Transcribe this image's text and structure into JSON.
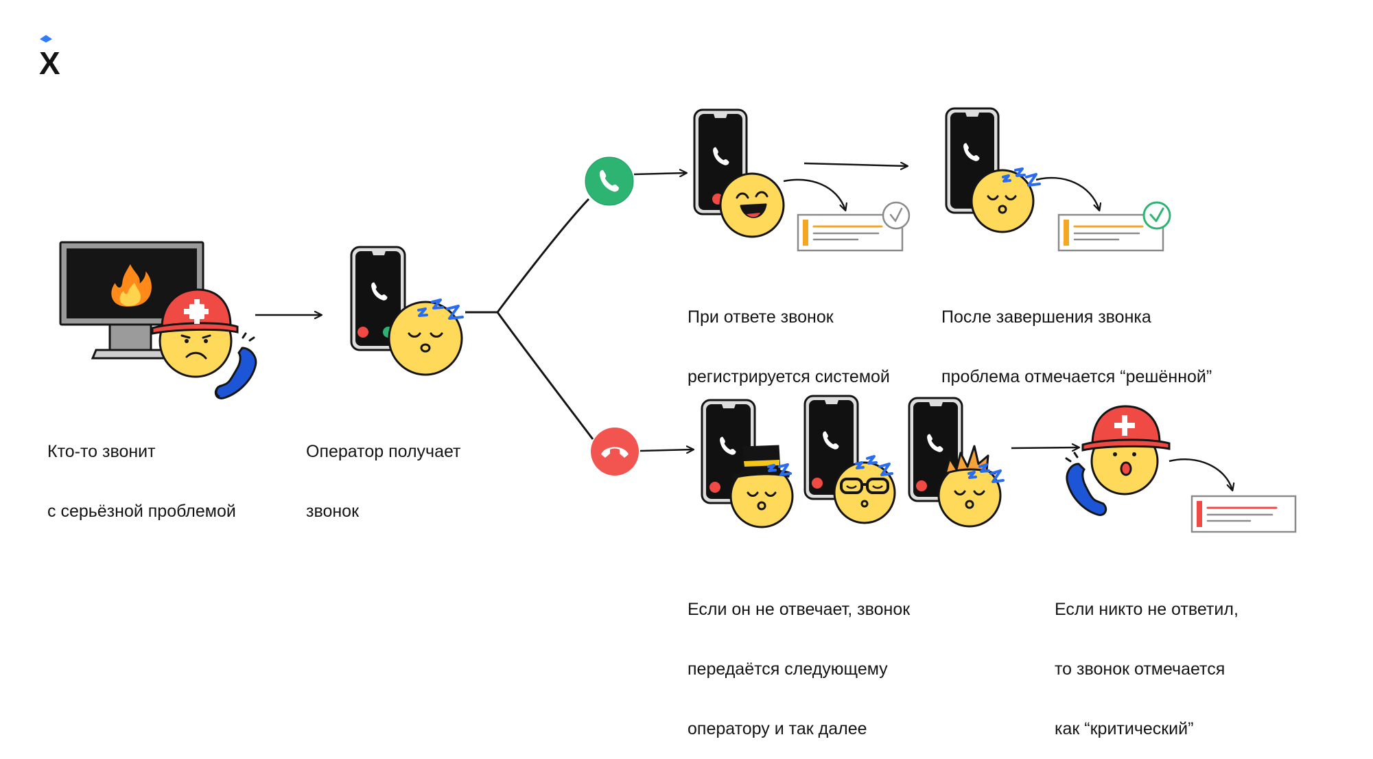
{
  "logo": {
    "letter": "X",
    "accent_color": "#2f7cf6"
  },
  "colors": {
    "face": "#ffd95a",
    "helmet": "#f04a45",
    "phone": "#111111",
    "handset_blue": "#1c56d6",
    "accept_green": "#2db473",
    "decline_red": "#f2554f",
    "ticket_orange": "#f5a623",
    "ticket_red": "#f04a45",
    "zzz_blue": "#2a6cf0",
    "fire": "#ff9a1f"
  },
  "steps": {
    "caller": {
      "lines": [
        "Кто-то звонит",
        "с серьёзной проблемой"
      ]
    },
    "operator": {
      "lines": [
        "Оператор получает",
        "звонок"
      ]
    },
    "answered": {
      "lines": [
        "При ответе звонок",
        "регистрируется системой"
      ]
    },
    "resolved": {
      "lines": [
        "После завершения звонка",
        "проблема отмечается “решённой”"
      ]
    },
    "not_answered": {
      "lines": [
        "Если он не отвечает, звонок",
        "передаётся следующему",
        "оператору и так далее"
      ]
    },
    "critical": {
      "lines": [
        "Если никто не ответил,",
        "то звонок отмечается",
        "как “критический”"
      ]
    }
  },
  "icons": {
    "accept": "phone-accept-icon",
    "decline": "phone-decline-icon",
    "sleep": "zzz-icon",
    "check": "check-icon",
    "fire": "fire-icon",
    "cross": "medical-cross-icon"
  }
}
